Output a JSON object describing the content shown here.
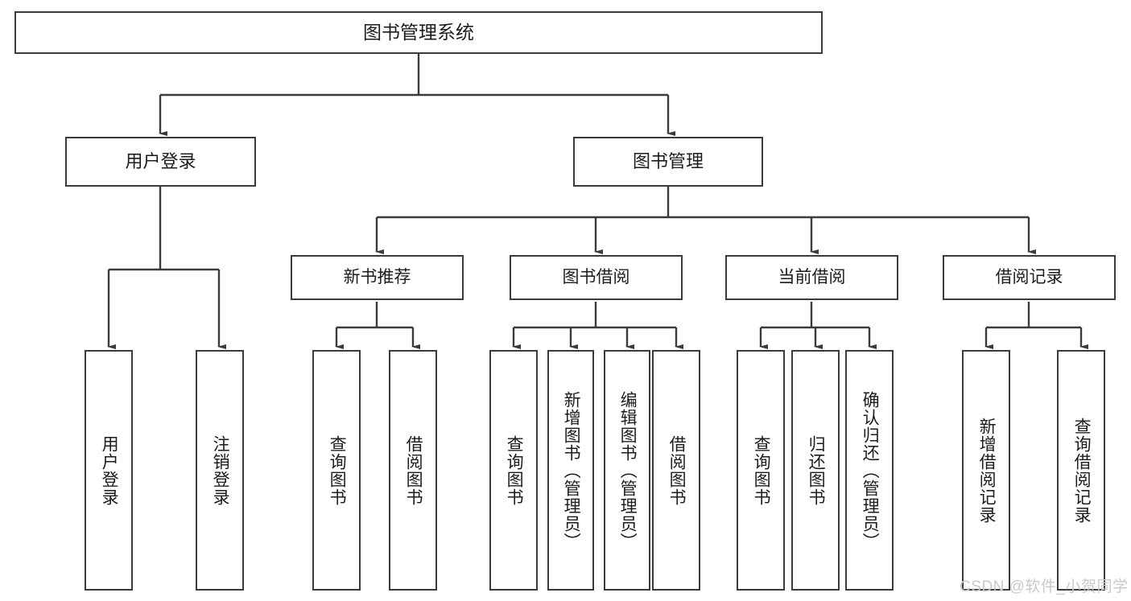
{
  "diagram": {
    "type": "tree-hierarchy",
    "title": "图书管理系统",
    "stroke_color": "#3b3b3b",
    "background_color": "#ffffff",
    "text_color": "#1c1c1c",
    "nodes": {
      "root": {
        "label": "图书管理系统"
      },
      "level1": [
        {
          "id": "user-login",
          "label": "用户登录"
        },
        {
          "id": "book-management",
          "label": "图书管理"
        }
      ],
      "level2": [
        {
          "id": "new-book-recommend",
          "label": "新书推荐"
        },
        {
          "id": "book-borrow",
          "label": "图书借阅"
        },
        {
          "id": "current-borrow",
          "label": "当前借阅"
        },
        {
          "id": "borrow-record",
          "label": "借阅记录"
        }
      ],
      "leaves": [
        {
          "id": "leaf-user-login",
          "label": "用户登录",
          "parent": "user-login"
        },
        {
          "id": "leaf-logout-login",
          "label": "注销登录",
          "parent": "user-login"
        },
        {
          "id": "leaf-query-book-1",
          "label": "查询图书",
          "parent": "new-book-recommend"
        },
        {
          "id": "leaf-borrow-book-1",
          "label": "借阅图书",
          "parent": "new-book-recommend"
        },
        {
          "id": "leaf-query-book-2",
          "label": "查询图书",
          "parent": "book-borrow"
        },
        {
          "id": "leaf-add-book",
          "label": "新增图书（管理员）",
          "parent": "book-borrow"
        },
        {
          "id": "leaf-edit-book",
          "label": "编辑图书（管理员）",
          "parent": "book-borrow"
        },
        {
          "id": "leaf-borrow-book-2",
          "label": "借阅图书",
          "parent": "book-borrow"
        },
        {
          "id": "leaf-query-book-3",
          "label": "查询图书",
          "parent": "current-borrow"
        },
        {
          "id": "leaf-return-book",
          "label": "归还图书",
          "parent": "current-borrow"
        },
        {
          "id": "leaf-confirm-return",
          "label": "确认归还（管理员）",
          "parent": "current-borrow"
        },
        {
          "id": "leaf-add-record",
          "label": "新增借阅记录",
          "parent": "borrow-record"
        },
        {
          "id": "leaf-query-record",
          "label": "查询借阅记录",
          "parent": "borrow-record"
        }
      ]
    }
  },
  "watermark": {
    "text": "CSDN @软件_小贺同学"
  }
}
